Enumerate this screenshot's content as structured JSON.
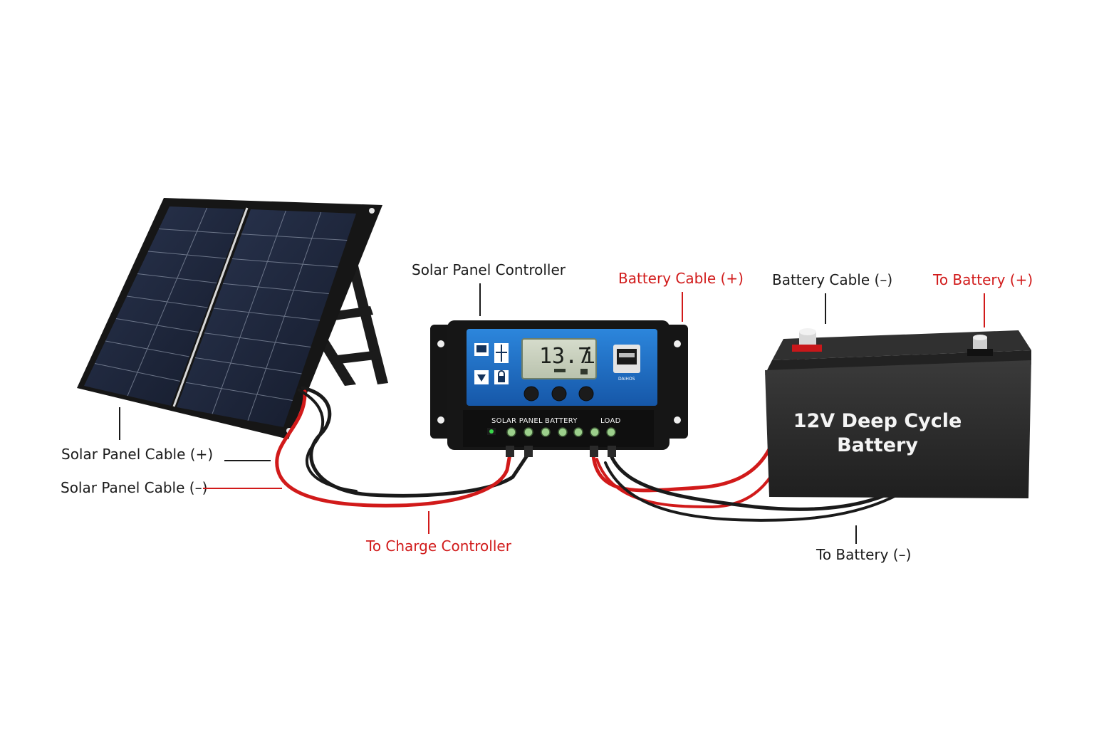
{
  "callouts": {
    "solar_panel_controller": "Solar Panel Controller",
    "battery_cable_pos": "Battery Cable (+)",
    "battery_cable_neg": "Battery Cable (–)",
    "to_battery_pos": "To Battery (+)",
    "solar_panel_cable_pos": "Solar Panel Cable (+)",
    "solar_panel_cable_neg": "Solar Panel Cable (–)",
    "to_charge_controller": "To Charge Controller",
    "to_battery_neg": "To Battery (–)"
  },
  "controller": {
    "display_value": "13.7",
    "display_suffix": "i",
    "usb_label": "DAIHOS",
    "terminal_solar": "SOLAR PANEL",
    "terminal_battery": "BATTERY",
    "terminal_load": "LOAD"
  },
  "battery": {
    "label_line1": "12V Deep Cycle",
    "label_line2": "Battery"
  },
  "colors": {
    "positive": "#d11a1a",
    "negative": "#1a1a1a",
    "controller_face": "#1f73c7",
    "battery_body": "#2b2b2b",
    "panel_cell": "#1c2336"
  }
}
